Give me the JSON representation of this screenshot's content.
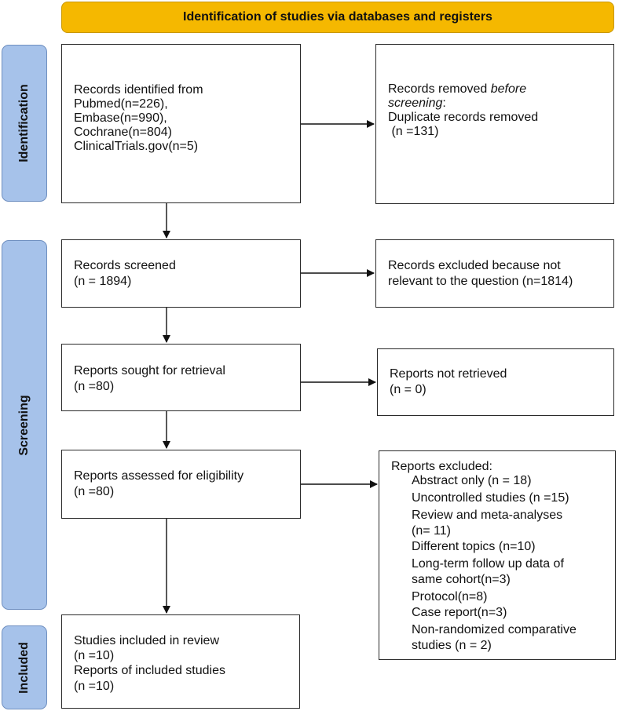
{
  "header": {
    "title": "Identification of studies via databases and registers"
  },
  "phases": {
    "identification": "Identification",
    "screening": "Screening",
    "included": "Included"
  },
  "identification": {
    "records": [
      "Records identified from",
      "Pubmed(n=226),",
      "Embase(n=990),",
      "Cochrane(n=804)",
      "ClinicalTrials.gov(n=5)"
    ],
    "removed": {
      "line1_prefix": "Records removed ",
      "line1_italic": "before",
      "line2_italic": "screening",
      "line2_suffix": ":",
      "line3": "Duplicate records removed",
      "line4": " (n =131)"
    }
  },
  "screening": {
    "screened": [
      "Records screened",
      "(n = 1894)"
    ],
    "excluded": [
      "Records excluded because not",
      "relevant to the question (n=1814)"
    ],
    "sought": [
      "Reports sought for retrieval",
      "(n =80)"
    ],
    "not_retrieved": [
      "Reports not retrieved",
      "(n = 0)"
    ],
    "assessed": [
      "Reports assessed for eligibility",
      "(n =80)"
    ],
    "reports_excluded_title": "Reports excluded:",
    "reports_excluded_items": [
      "Abstract only (n = 18)",
      "Uncontrolled studies (n =15)",
      "Review and meta-analyses",
      "(n= 11)",
      "Different topics (n=10)",
      "Long-term follow up data of",
      "same cohort(n=3)",
      "Protocol(n=8)",
      "Case report(n=3)",
      "Non-randomized comparative",
      "studies (n = 2)"
    ]
  },
  "included": {
    "studies": [
      "Studies included in review",
      "(n =10)",
      "Reports of included studies",
      "(n =10)"
    ]
  }
}
